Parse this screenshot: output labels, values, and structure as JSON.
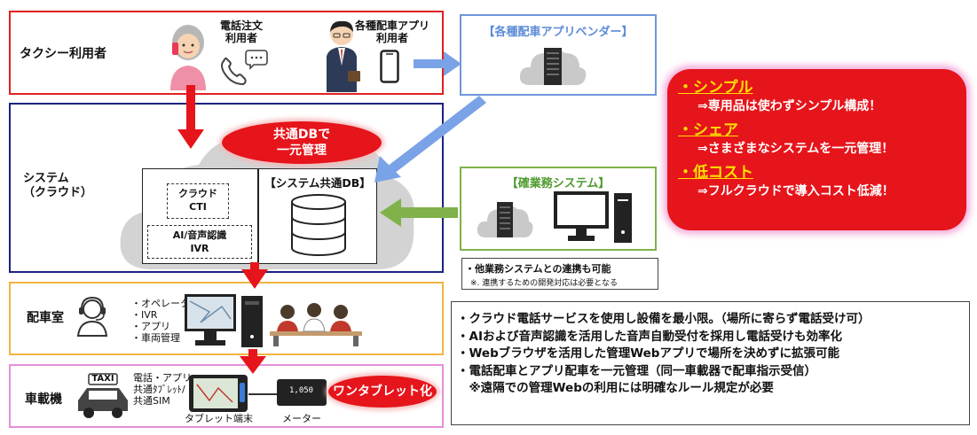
{
  "users": {
    "label": "タクシー利用者",
    "phone_user": "電話注文\n利用者",
    "app_user": "各種配車アプリ\n利用者"
  },
  "vendor": {
    "title": "【各種配車アプリベンダー】"
  },
  "system": {
    "label": "システム\n（クラウド）",
    "cti": "クラウド\nCTI",
    "ivr": "AI/音声認識\nIVR",
    "db_title": "【システム共通DB】",
    "badge": "共通DBで\n一元管理"
  },
  "business": {
    "title": "【確業務システム】",
    "note_main": "・他業務システムとの連携も可能",
    "note_sub": "※. 連携するための開発対応は必要となる"
  },
  "features": [
    {
      "title": "・シンプル",
      "desc": "⇒専用品は使わずシンプル構成！"
    },
    {
      "title": "・シェア",
      "desc": "⇒さまざまなシステムを一元管理！"
    },
    {
      "title": "・低コスト",
      "desc": "⇒フルクラウドで導入コスト低減！"
    }
  ],
  "dispatch": {
    "label": "配車室",
    "items": [
      "・オペレータ",
      "・IVR",
      "・アプリ",
      "・車両管理"
    ]
  },
  "vehicle": {
    "label": "車載機",
    "taxi_sign": "TAXI",
    "items": [
      "電話・アプリ",
      "共通ﾀﾌﾞﾚｯﾄ/",
      "共通SIM"
    ],
    "tablet_label": "タブレット端末",
    "meter_label": "メーター",
    "meter_display": "1,050",
    "badge": "ワンタブレット化"
  },
  "notes": [
    "・クラウド電話サービスを使用し設備を最小限。（場所に寄らず電話受け可）",
    "・AIおよび音声認識を活用した音声自動受付を採用し電話受けも効率化",
    "・Webブラウザを活用した管理Webアプリで場所を決めずに拡張可能",
    "・電話配車とアプリ配車を一元管理（同一車載器で配車指示受信）",
    "　※遠隔での管理Webの利用には明確なルール規定が必要"
  ],
  "colors": {
    "red_border": "#e02020",
    "navy_border": "#1a237e",
    "blue_border": "#6f96d8",
    "green_border": "#7fb24a",
    "orange_border": "#f2b441",
    "pink_border": "#e58fd9",
    "badge_red": "#e6141b",
    "arrow_blue": "#7aa2e6",
    "arrow_green": "#7fb24a",
    "vendor_text": "#5b8bd6",
    "business_text": "#4e9a2e",
    "feature_yellow": "#ffe000"
  }
}
